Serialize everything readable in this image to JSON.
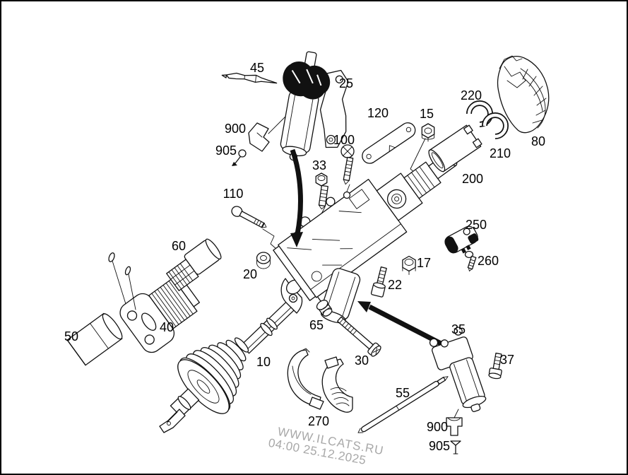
{
  "watermark": {
    "line1": "WWW.ILCATS.RU",
    "line2": "04:00 25.12.2025",
    "color": "#a8a8a8"
  },
  "colors": {
    "background": "#ffffff",
    "line": "#111111",
    "border": "#000000",
    "label": "#000000"
  },
  "parts": [
    {
      "label": "45"
    },
    {
      "label": "25"
    },
    {
      "label": "900"
    },
    {
      "label": "905"
    },
    {
      "label": "120"
    },
    {
      "label": "15"
    },
    {
      "label": "220"
    },
    {
      "label": "210"
    },
    {
      "label": "80"
    },
    {
      "label": "200"
    },
    {
      "label": "100"
    },
    {
      "label": "33"
    },
    {
      "label": "110"
    },
    {
      "label": "250"
    },
    {
      "label": "260"
    },
    {
      "label": "17"
    },
    {
      "label": "22"
    },
    {
      "label": "20"
    },
    {
      "label": "60"
    },
    {
      "label": "40"
    },
    {
      "label": "50"
    },
    {
      "label": "10"
    },
    {
      "label": "65"
    },
    {
      "label": "30"
    },
    {
      "label": "270"
    },
    {
      "label": "35"
    },
    {
      "label": "37"
    },
    {
      "label": "55"
    },
    {
      "label": "900"
    },
    {
      "label": "905"
    }
  ]
}
